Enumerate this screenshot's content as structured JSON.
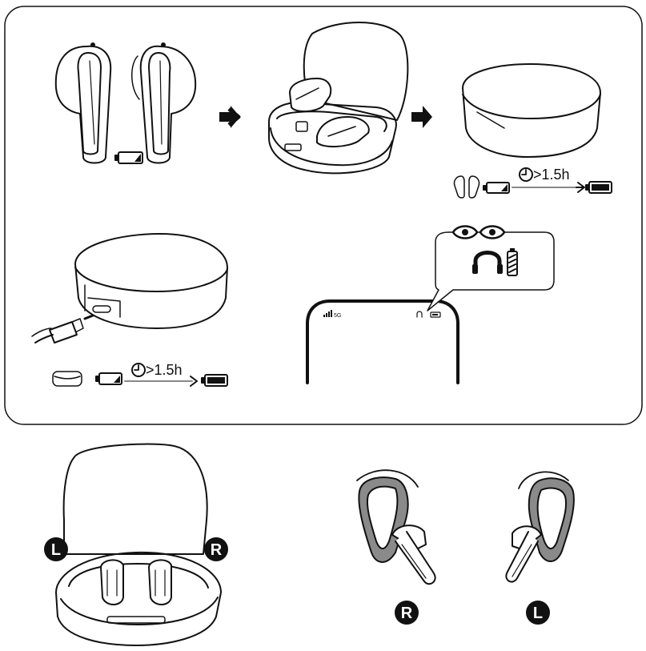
{
  "charging_steps": {
    "duration_top": ">1.5h",
    "duration_bottom": ">1.5h"
  },
  "phone_status": {
    "network": "5G"
  },
  "wearing_guide": {
    "case_left_marker": "L",
    "case_right_marker": "R",
    "ear_right_marker": "R",
    "ear_left_marker": "L"
  },
  "icons": [
    "arrow-right-icon",
    "battery-low-icon",
    "battery-full-icon",
    "clock-icon",
    "headphones-icon",
    "eye-icon",
    "usb-c-cable-icon",
    "charging-case-icon",
    "earbud-icon"
  ],
  "colors": {
    "line": "#111111",
    "ear_fill": "#8a8a8a",
    "panel_border": "#111111",
    "background": "#ffffff"
  }
}
